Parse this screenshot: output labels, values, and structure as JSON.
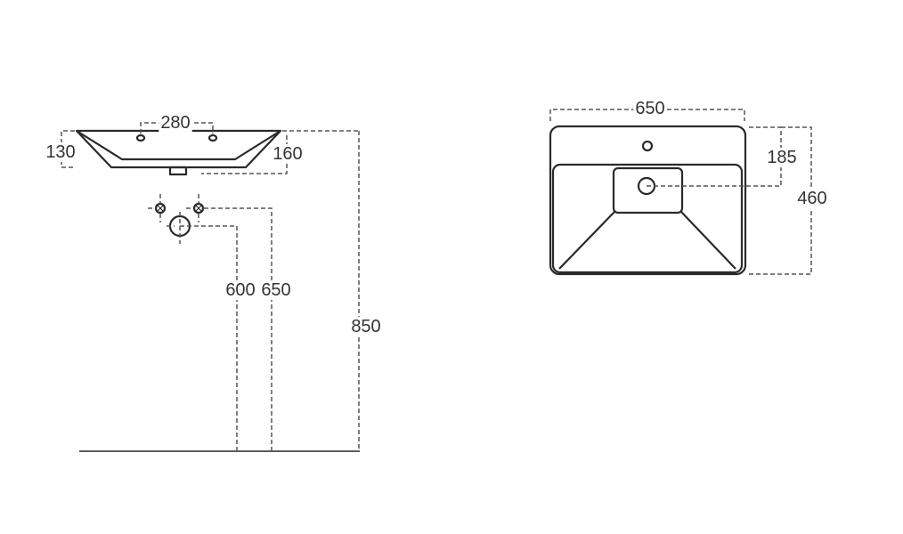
{
  "side_view": {
    "dimensions": {
      "tap_hole_spacing": "280",
      "basin_depth": "130",
      "overall_depth": "160",
      "waste_height": "600",
      "supply_height": "650",
      "rim_height": "850"
    }
  },
  "top_view": {
    "dimensions": {
      "width": "650",
      "drain_offset": "185",
      "length": "460"
    }
  }
}
